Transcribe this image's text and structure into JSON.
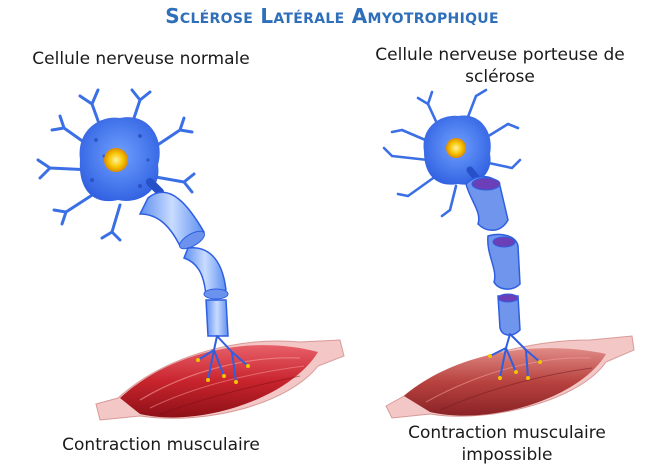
{
  "title": "Sclérose Latérale Amyotrophique",
  "left": {
    "neuron_label": "Cellule nerveuse normale",
    "muscle_label": "Contraction musculaire"
  },
  "right": {
    "neuron_label_line1": "Cellule nerveuse porteuse de",
    "neuron_label_line2": "sclérose",
    "muscle_label_line1": "Contraction musculaire",
    "muscle_label_line2": "impossible"
  },
  "colors": {
    "title": "#2f6fba",
    "neuron": "#3b6fe6",
    "nucleus": "#f5c400",
    "muscle": "#c8242d",
    "muscle_weak": "#b8433f"
  }
}
